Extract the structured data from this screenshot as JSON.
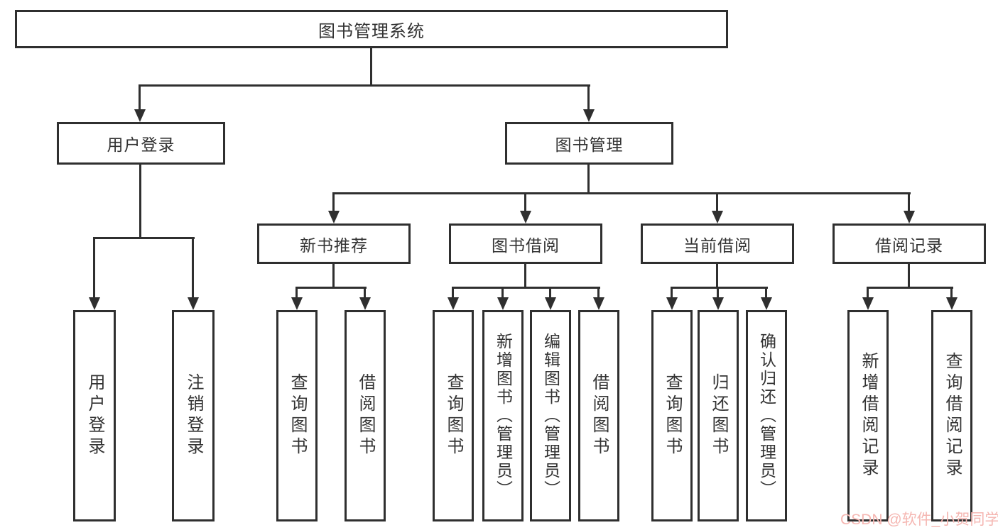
{
  "diagram": {
    "title_node": "图书管理系统",
    "level1": {
      "user_login": "用户登录",
      "book_management": "图书管理"
    },
    "level2": {
      "new_book_recommend": "新书推荐",
      "book_borrowing": "图书借阅",
      "current_borrowing": "当前借阅",
      "borrowing_records": "借阅记录"
    },
    "leaves": {
      "user_login": "用户登录",
      "logout": "注销登录",
      "recommend_query_book": "查询图书",
      "recommend_borrow_book": "借阅图书",
      "borrow_query_book": "查询图书",
      "borrow_add_book_admin": "新增图书（管理员）",
      "borrow_edit_book_admin": "编辑图书（管理员）",
      "borrow_borrow_book": "借阅图书",
      "current_query_book": "查询图书",
      "current_return_book": "归还图书",
      "current_confirm_return_admin": "确认归还（管理员）",
      "records_add_record": "新增借阅记录",
      "records_query_record": "查询借阅记录"
    },
    "watermark": "CSDN @软件_小贺同学",
    "colors": {
      "line": "#2f2f2f",
      "text": "#333333",
      "box_background": "#ffffff",
      "watermark": "#f5b6b1"
    }
  }
}
